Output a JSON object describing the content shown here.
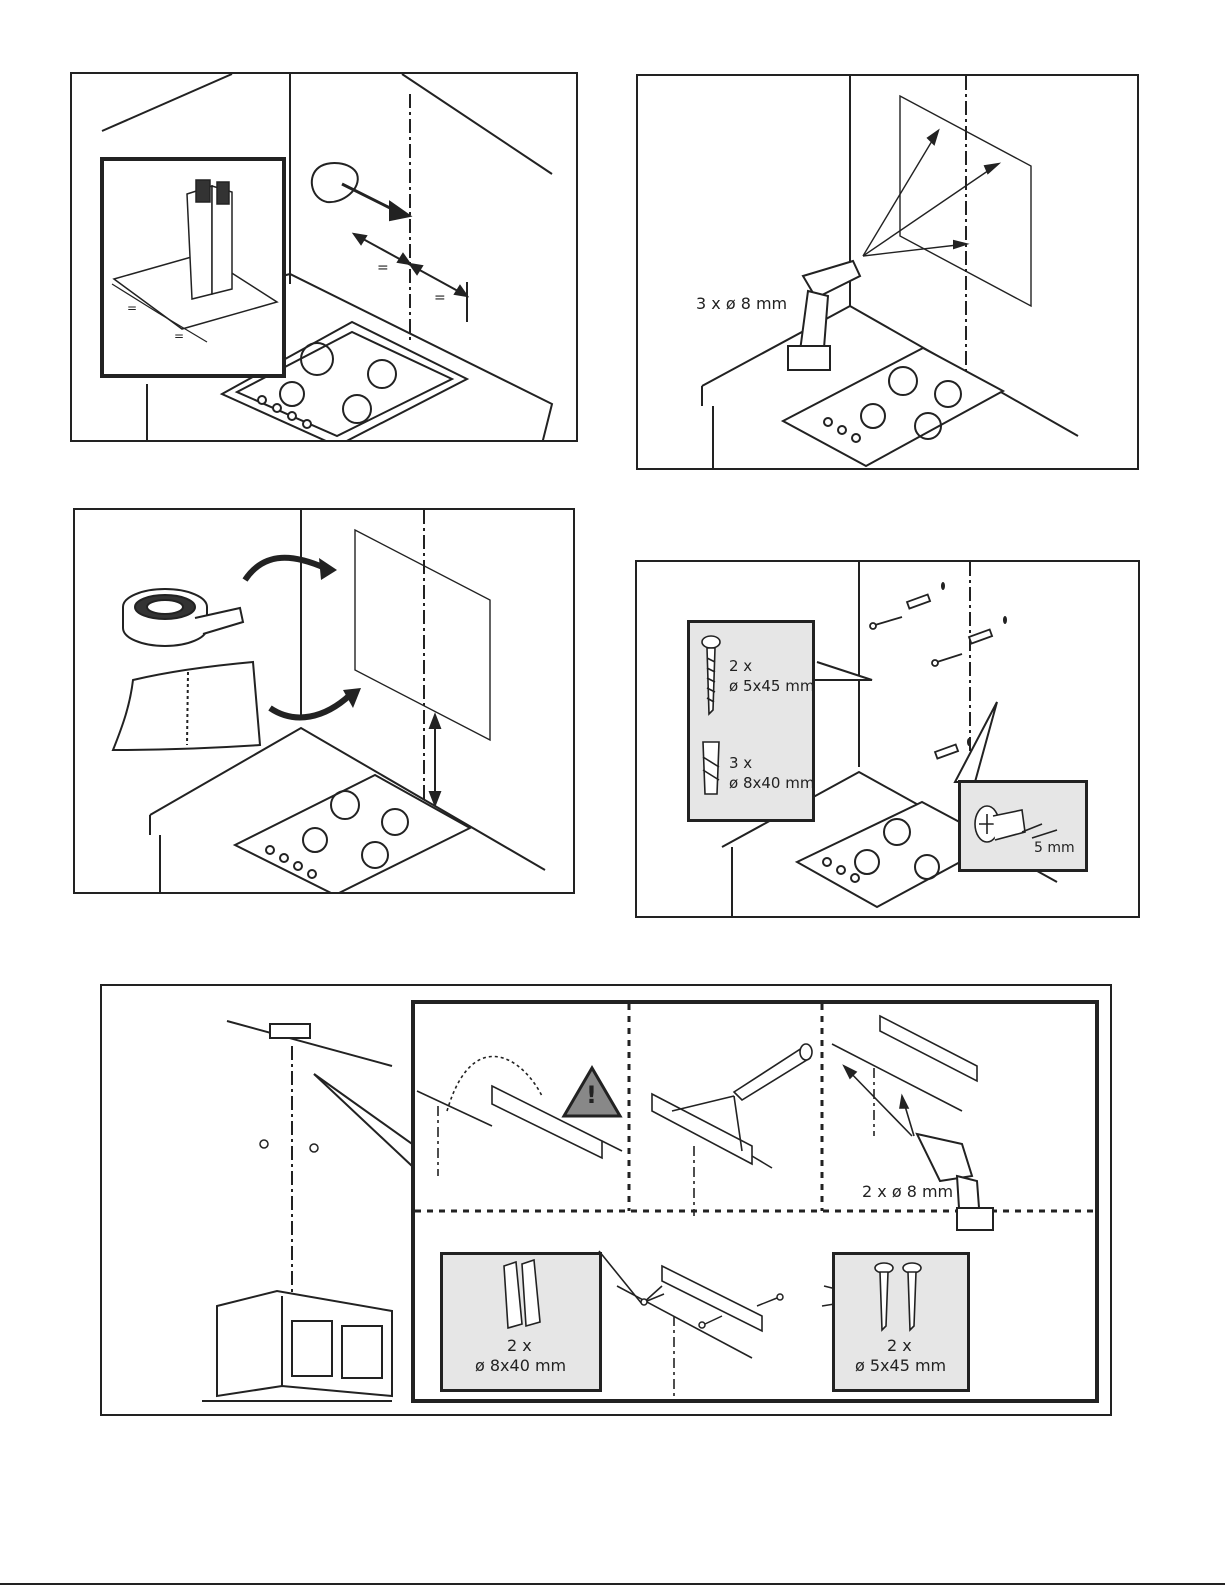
{
  "step2": {
    "drill_label": "3 x ø 8 mm"
  },
  "step4": {
    "screw_qty": "2 x",
    "screw_size": "ø 5x45 mm",
    "plug_qty": "3 x",
    "plug_size": "ø 8x40 mm",
    "gap_label": "5 mm"
  },
  "step5": {
    "drill_label": "2 x ø 8 mm",
    "plug_qty": "2 x",
    "plug_size": "ø 8x40 mm",
    "screw_qty": "2 x",
    "screw_size": "ø 5x45 mm",
    "warning_glyph": "!"
  },
  "icons": [
    "pencil-icon",
    "drill-icon",
    "tape-roll-icon",
    "template-sheet-icon",
    "screw-icon",
    "wall-plug-icon",
    "warning-icon",
    "hob-icon",
    "cooker-hood-icon"
  ]
}
